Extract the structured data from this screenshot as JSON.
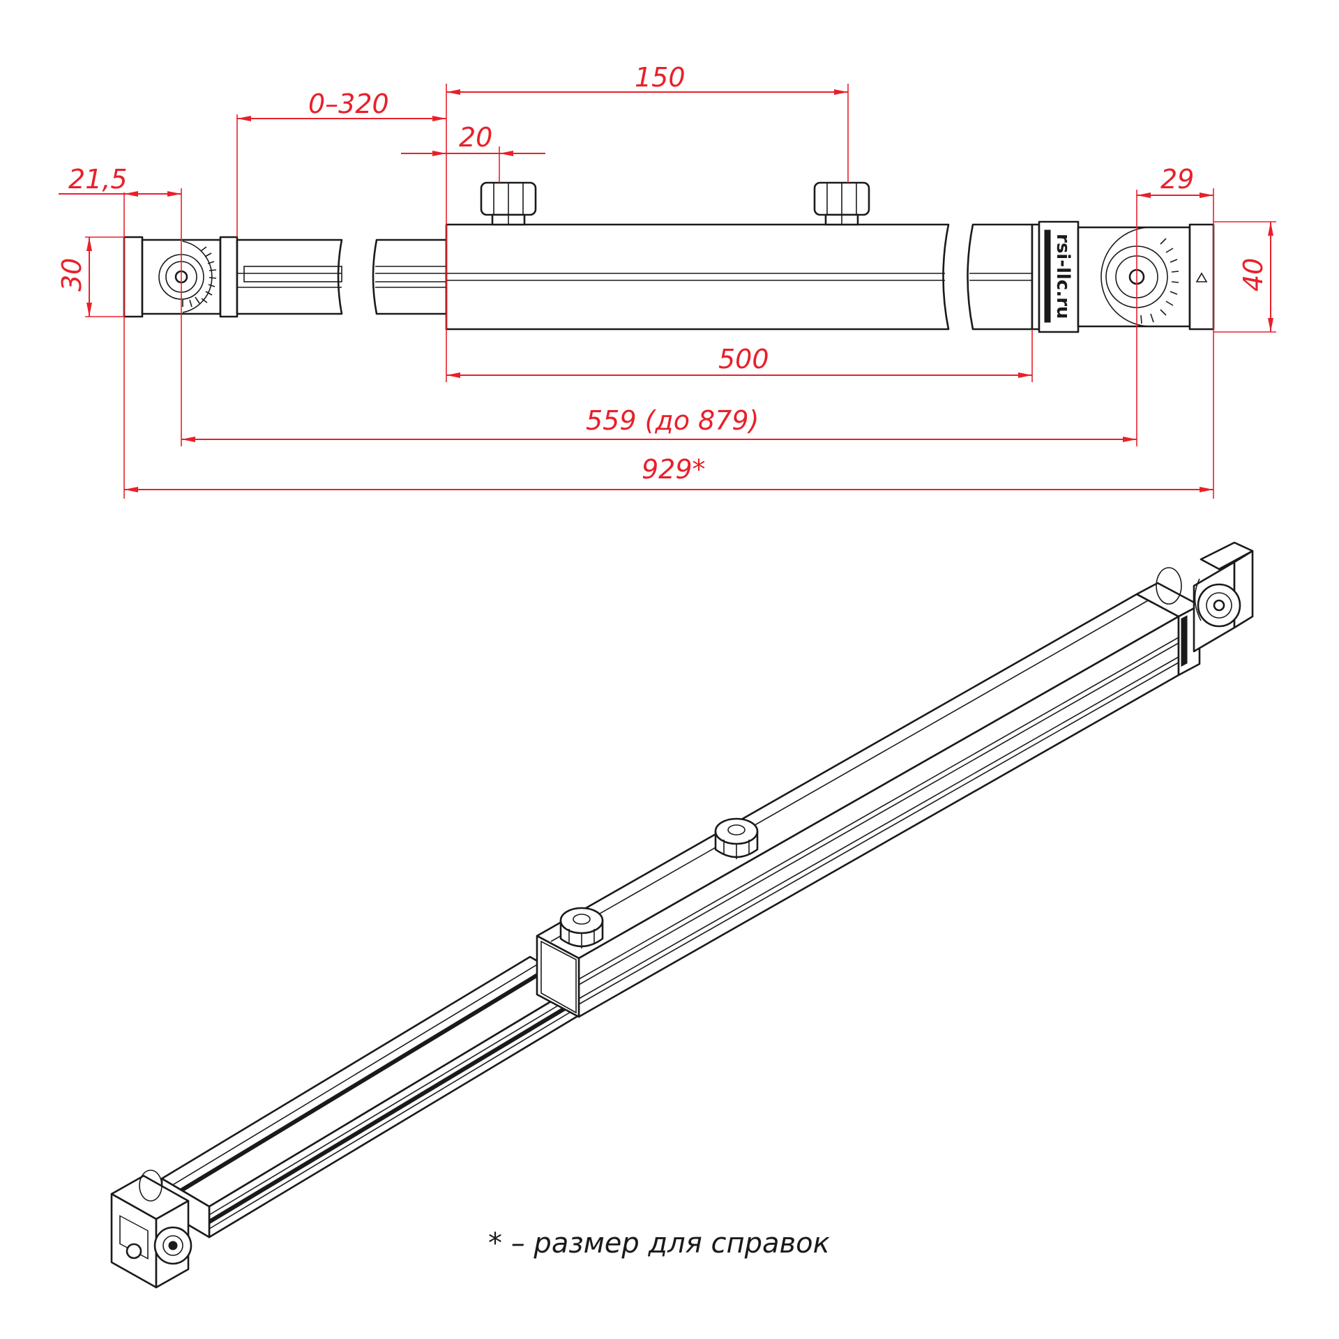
{
  "dimensions": {
    "d_0_320": "0–320",
    "d_150": "150",
    "d_20": "20",
    "d_21_5": "21,5",
    "d_29": "29",
    "d_30": "30",
    "d_40": "40",
    "d_500": "500",
    "d_559": "559 (до 879)",
    "d_929": "929*"
  },
  "note": "* – размер для справок",
  "logo": "rsi-llc.ru",
  "colors": {
    "dimension": "#e8202a",
    "outline": "#1a1a1a"
  }
}
